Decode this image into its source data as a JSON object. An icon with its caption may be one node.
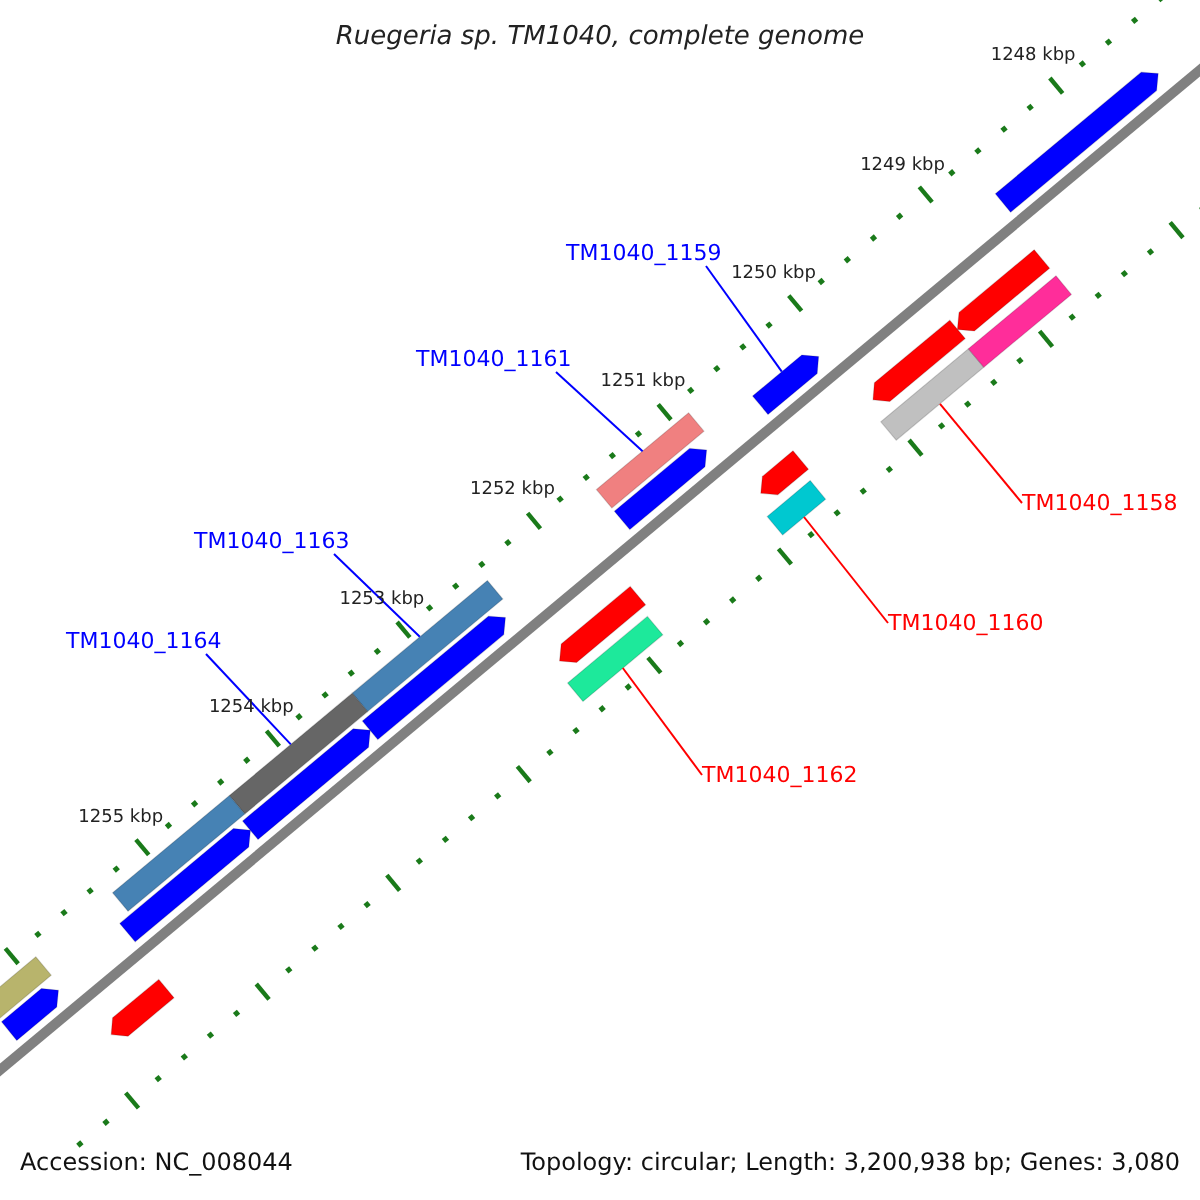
{
  "diagram": {
    "title": "Ruegeria sp. TM1040, complete genome",
    "nodes": [
      {
        "text": [
          "TM1040_1159"
        ]
      },
      {
        "text": [],
        "shape": "arrow"
      },
      {
        "text": [
          "TM1040_1161"
        ]
      },
      {
        "text": [],
        "shape": "bar"
      },
      {
        "text": [
          "TM1040_1163"
        ]
      },
      {
        "text": [],
        "shape": "bar"
      },
      {
        "text": [
          "TM1040_1164"
        ]
      },
      {
        "text": [],
        "shape": "bar"
      },
      {
        "text": [
          "TM1040_1158"
        ]
      },
      {
        "text": [],
        "shape": "bar"
      },
      {
        "text": [
          "TM1040_1160"
        ]
      },
      {
        "text": [],
        "shape": "bar"
      },
      {
        "text": [
          "TM1040_1162"
        ]
      },
      {
        "text": [],
        "shape": "bar"
      },
      {
        "text": [],
        "shape": "arrow"
      },
      {
        "text": [],
        "shape": "arrow"
      },
      {
        "text": [],
        "shape": "bar"
      },
      {
        "text": [],
        "shape": "arrow"
      },
      {
        "text": [],
        "shape": "arrow"
      },
      {
        "text": [],
        "shape": "arrow"
      },
      {
        "text": [],
        "shape": "bar"
      },
      {
        "text": [],
        "shape": "arrow"
      },
      {
        "text": [],
        "shape": "arrow"
      },
      {
        "text": [],
        "shape": "arrow"
      },
      {
        "text": [],
        "shape": "arrow"
      },
      {
        "text": [],
        "shape": "arrow"
      },
      {
        "text": [],
        "shape": "arrow"
      },
      {
        "text": [],
        "shape": "bar"
      }
    ],
    "edges": [
      {
        "from": 0,
        "to": 1,
        "arrow": "none",
        "color": "#0000ff"
      },
      {
        "from": 2,
        "to": 3,
        "arrow": "none",
        "color": "#0000ff"
      },
      {
        "from": 4,
        "to": 5,
        "arrow": "none",
        "color": "#0000ff"
      },
      {
        "from": 6,
        "to": 7,
        "arrow": "none",
        "color": "#0000ff"
      },
      {
        "from": 8,
        "to": 9,
        "arrow": "none",
        "color": "#ff0000"
      },
      {
        "from": 10,
        "to": 11,
        "arrow": "none",
        "color": "#ff0000"
      },
      {
        "from": 12,
        "to": 13,
        "arrow": "none",
        "color": "#ff0000"
      }
    ],
    "labels": [
      "1248 kbp",
      "1249 kbp",
      "1250 kbp",
      "1251 kbp",
      "1252 kbp",
      "1253 kbp",
      "1254 kbp",
      "1255 kbp",
      "Accession: NC_008044",
      "Topology: circular; Length: 3,200,938 bp; Genes: 3,080"
    ]
  }
}
